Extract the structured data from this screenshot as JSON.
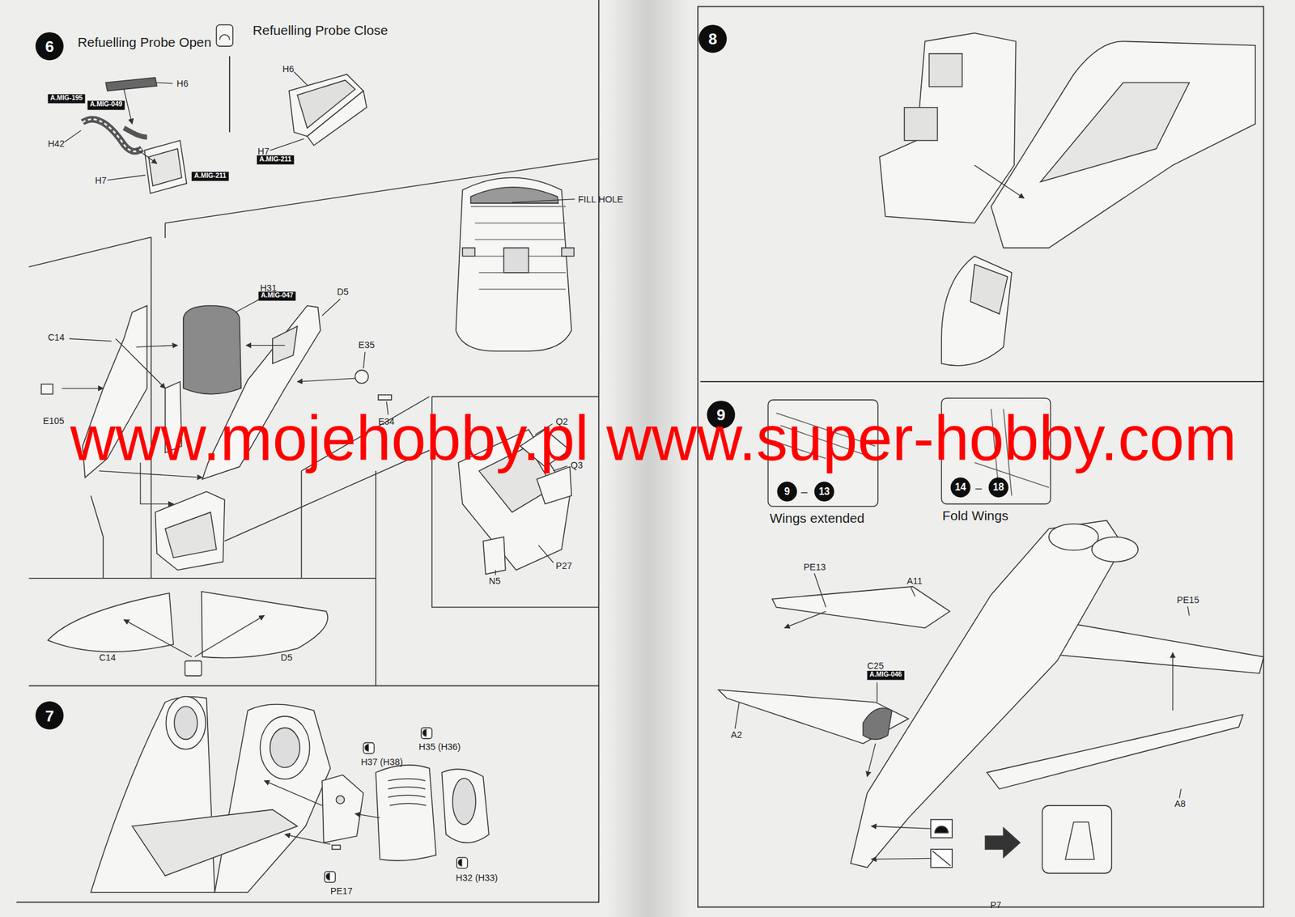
{
  "diagram": {
    "nodes": [
      {
        "text": [
          "6"
        ]
      },
      {
        "text": [
          "A.MIG-195"
        ]
      },
      {
        "text": [
          "A.MIG-049"
        ]
      },
      {
        "text": [
          "A.MIG-211"
        ]
      },
      {
        "text": [
          "A.MIG-211"
        ]
      },
      {
        "text": [
          "A.MIG-047"
        ]
      },
      {
        "text": [
          "7"
        ]
      },
      {
        "text": [
          "8"
        ]
      },
      {
        "text": [
          "9"
        ]
      },
      {
        "text": [
          "9"
        ]
      },
      {
        "text": [
          "13"
        ]
      },
      {
        "text": [
          "14"
        ]
      },
      {
        "text": [
          "18"
        ]
      },
      {
        "text": [
          "A.MIG-046"
        ]
      }
    ],
    "labels": [
      "Refuelling Probe Open",
      "Refuelling Probe Close",
      "H6",
      "H42",
      "H7",
      "H6",
      "H7",
      "FILL HOLE",
      "H31",
      "D5",
      "C14",
      "E35",
      "E105",
      "E34",
      "Q2",
      "Q3",
      "P27",
      "N5",
      "C14",
      "D5",
      "H37 (H38)",
      "H35 (H36)",
      "PE17",
      "H32 (H33)",
      "–",
      "–",
      "Wings extended",
      "Fold Wings",
      "PE13",
      "A11",
      "PE15",
      "C25",
      "A2",
      "A8",
      "P7",
      "www.mojehobby.pl www.super-hobby.com"
    ]
  }
}
